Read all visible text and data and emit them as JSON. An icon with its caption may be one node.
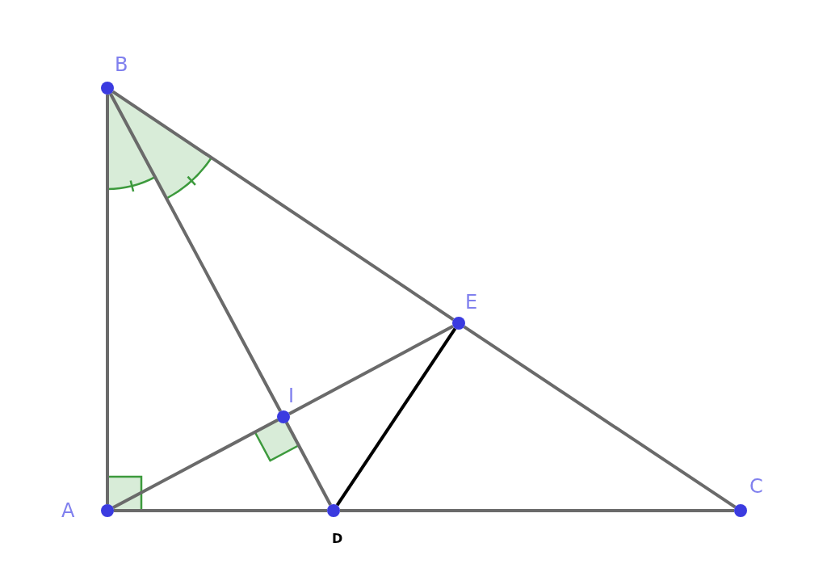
{
  "diagram": {
    "nodes": [
      {
        "text": [],
        "shape": "circle",
        "beside": [
          "B"
        ]
      },
      {
        "text": [],
        "shape": "circle",
        "beside": [
          "E"
        ]
      },
      {
        "text": [],
        "shape": "circle",
        "beside": [
          "I"
        ]
      },
      {
        "text": [],
        "shape": "circle",
        "beside": [
          "A"
        ]
      },
      {
        "text": [],
        "shape": "circle",
        "beside": [
          "D"
        ]
      },
      {
        "text": [],
        "shape": "circle",
        "beside": [
          "C"
        ]
      }
    ],
    "edges": [
      {
        "from": 0,
        "to": 3,
        "arrow": "none"
      },
      {
        "from": 0,
        "to": 1,
        "arrow": "none"
      },
      {
        "from": 1,
        "to": 5,
        "arrow": "none"
      },
      {
        "from": 0,
        "to": 2,
        "arrow": "none"
      },
      {
        "from": 2,
        "to": 4,
        "arrow": "none"
      },
      {
        "from": 3,
        "to": 2,
        "arrow": "none"
      },
      {
        "from": 2,
        "to": 1,
        "arrow": "none"
      },
      {
        "from": 3,
        "to": 4,
        "arrow": "none"
      },
      {
        "from": 4,
        "to": 5,
        "arrow": "none"
      },
      {
        "from": 1,
        "to": 4,
        "arrow": "none",
        "color": "#000000"
      }
    ]
  }
}
